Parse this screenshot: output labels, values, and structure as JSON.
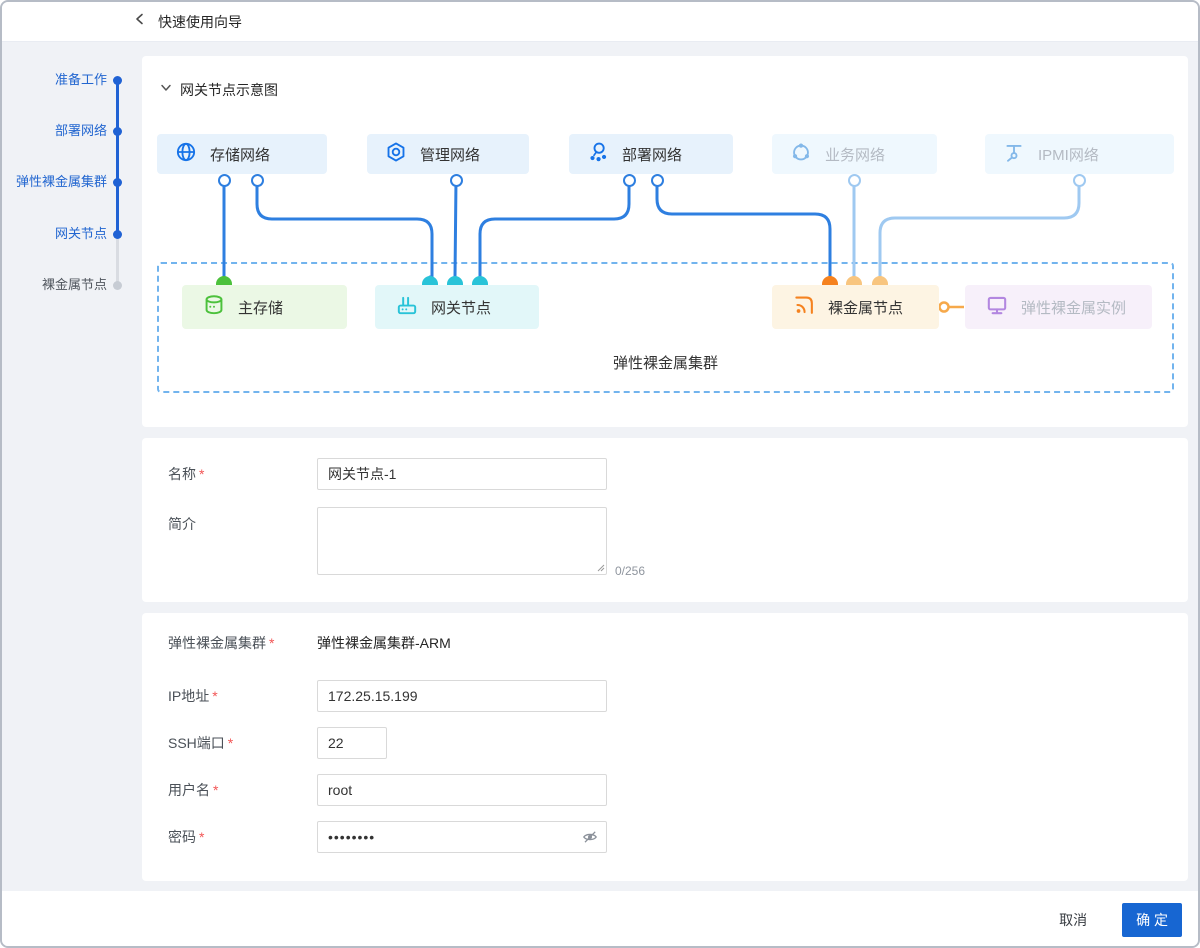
{
  "header": {
    "title": "快速使用向导"
  },
  "stepper": {
    "items": [
      {
        "label": "准备工作",
        "state": "done"
      },
      {
        "label": "部署网络",
        "state": "done"
      },
      {
        "label": "弹性裸金属集群",
        "state": "done"
      },
      {
        "label": "网关节点",
        "state": "current"
      },
      {
        "label": "裸金属节点",
        "state": "pending"
      }
    ]
  },
  "diagram": {
    "section_title": "网关节点示意图",
    "networks": [
      {
        "label": "存储网络",
        "icon": "globe-icon",
        "state": "active"
      },
      {
        "label": "管理网络",
        "icon": "settings-icon",
        "state": "active"
      },
      {
        "label": "部署网络",
        "icon": "cluster-icon",
        "state": "active"
      },
      {
        "label": "业务网络",
        "icon": "service-icon",
        "state": "inactive"
      },
      {
        "label": "IPMI网络",
        "icon": "ipmi-icon",
        "state": "inactive"
      }
    ],
    "nodes": [
      {
        "label": "主存储",
        "icon": "storage-icon",
        "color": "green"
      },
      {
        "label": "网关节点",
        "icon": "router-icon",
        "color": "cyan"
      },
      {
        "label": "裸金属节点",
        "icon": "baremetal-icon",
        "color": "orange"
      },
      {
        "label": "弹性裸金属实例",
        "icon": "monitor-icon",
        "color": "purple"
      }
    ],
    "cluster_label": "弹性裸金属集群"
  },
  "form_basic": {
    "name_label": "名称",
    "name_value": "网关节点-1",
    "desc_label": "简介",
    "desc_value": "",
    "desc_counter": "0/256"
  },
  "form_conn": {
    "cluster_label": "弹性裸金属集群",
    "cluster_value": "弹性裸金属集群-ARM",
    "ip_label": "IP地址",
    "ip_value": "172.25.15.199",
    "ssh_label": "SSH端口",
    "ssh_value": "22",
    "user_label": "用户名",
    "user_value": "root",
    "pwd_label": "密码",
    "pwd_value": "••••••••"
  },
  "footer": {
    "cancel_label": "取消",
    "confirm_label": "确 定"
  },
  "misc": {
    "required_mark": "*"
  },
  "colors": {
    "primary": "#1766d2",
    "stepper_blue": "#2062d4",
    "connector_blue": "#2e7fe0",
    "connector_light": "#9fc9f1",
    "green": "#4cc13c",
    "cyan": "#29c3d8",
    "orange": "#f5821f",
    "purple": "#b387e0",
    "required": "#f25555",
    "dashed_border": "#72b4ee"
  }
}
